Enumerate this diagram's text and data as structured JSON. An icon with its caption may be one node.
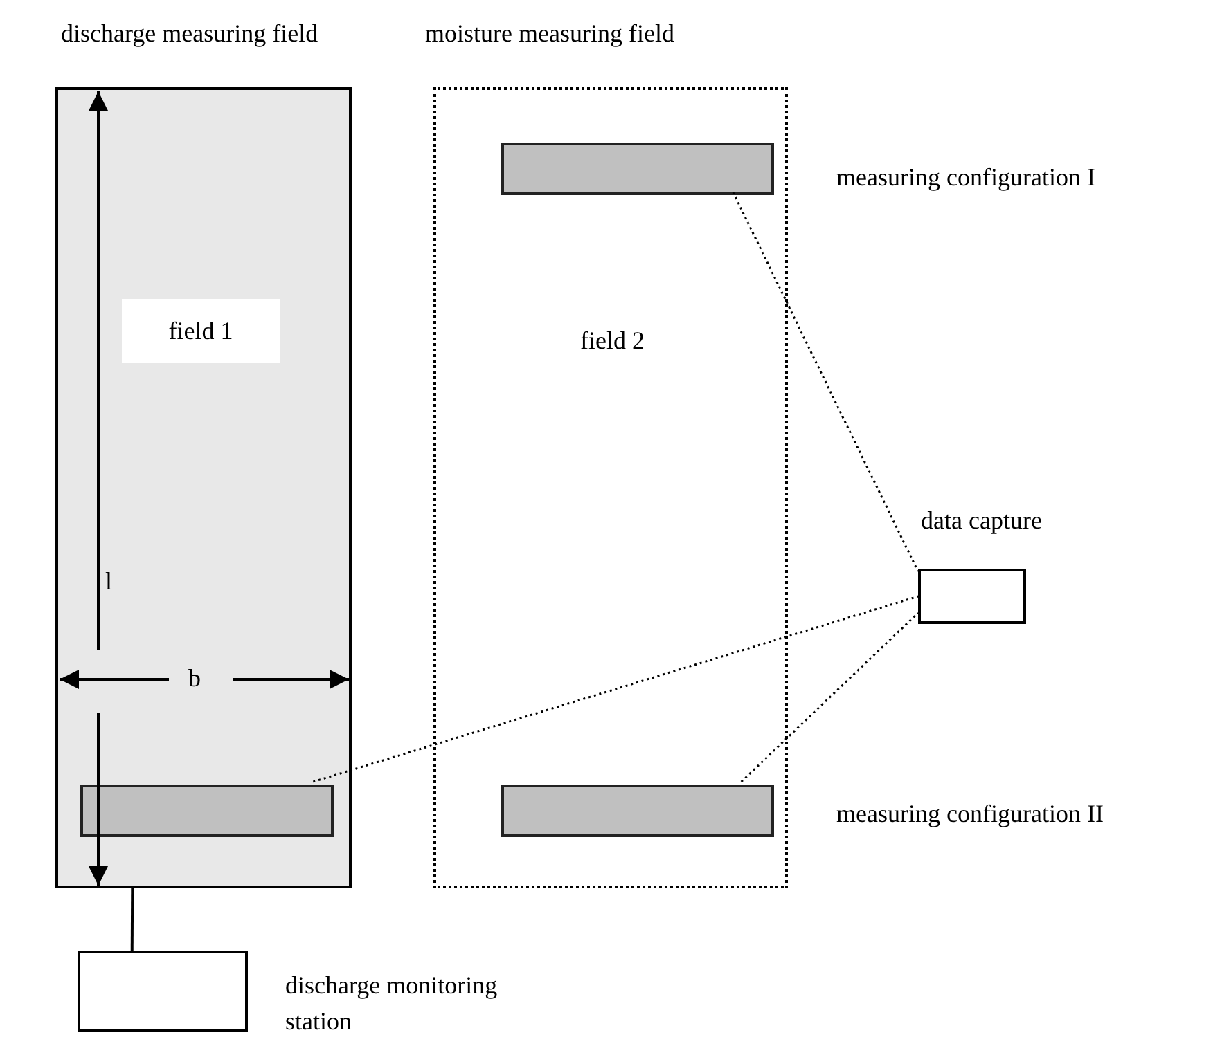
{
  "diagram": {
    "nodes": [
      {
        "text": [
          "discharge measuring field",
          "field 1"
        ]
      },
      {
        "text": [
          "moisture measuring field",
          "field 2"
        ]
      },
      {
        "text": [],
        "shape": "bar",
        "in": 1,
        "beside": [
          "measuring configuration I"
        ]
      },
      {
        "text": [],
        "shape": "bar",
        "in": 1,
        "beside": [
          "measuring configuration II"
        ]
      },
      {
        "text": [],
        "shape": "bar",
        "in": 0
      },
      {
        "text": [],
        "shape": "box",
        "beside": [
          "data capture"
        ]
      },
      {
        "text": [],
        "shape": "box",
        "beside": [
          "discharge monitoring station"
        ]
      }
    ],
    "edges": [
      {
        "from": 2,
        "to": 5,
        "arrow": "none",
        "style": "dashed"
      },
      {
        "from": 3,
        "to": 5,
        "arrow": "none",
        "style": "dashed"
      },
      {
        "from": 4,
        "to": 5,
        "arrow": "none",
        "style": "dashed"
      },
      {
        "from": 0,
        "to": 6,
        "arrow": "none"
      }
    ],
    "labels": [
      "l",
      "b"
    ]
  }
}
